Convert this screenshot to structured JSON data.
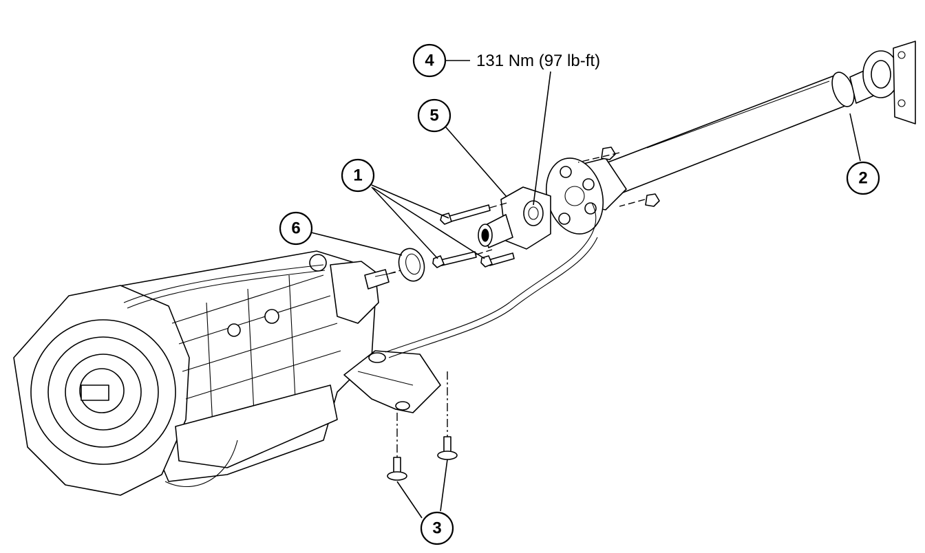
{
  "diagram": {
    "callouts": [
      {
        "id": "1",
        "label": "1"
      },
      {
        "id": "2",
        "label": "2"
      },
      {
        "id": "3",
        "label": "3"
      },
      {
        "id": "4",
        "label": "4"
      },
      {
        "id": "5",
        "label": "5"
      },
      {
        "id": "6",
        "label": "6"
      }
    ],
    "torque_spec": "131 Nm (97 lb-ft)"
  }
}
